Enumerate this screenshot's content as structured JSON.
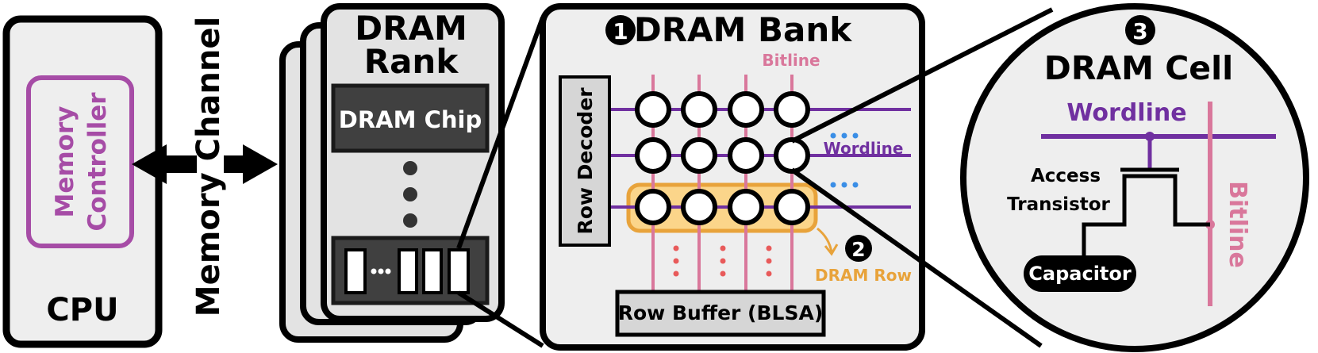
{
  "cpu": {
    "label": "CPU",
    "controller_line1": "Memory",
    "controller_line2": "Controller"
  },
  "channel": {
    "label": "Memory Channel"
  },
  "rank": {
    "title_line1": "DRAM",
    "title_line2": "Rank",
    "chip_label": "DRAM Chip"
  },
  "bank": {
    "marker": "1",
    "title": "DRAM Bank",
    "bitline_label": "Bitline",
    "wordline_label": "Wordline",
    "row_decoder_label": "Row Decoder",
    "row_buffer_label": "Row Buffer (BLSA)",
    "row_marker": "2",
    "row_label": "DRAM Row"
  },
  "cell": {
    "marker": "3",
    "title": "DRAM Cell",
    "wordline_label": "Wordline",
    "bitline_label": "Bitline",
    "transistor_line1": "Access",
    "transistor_line2": "Transistor",
    "capacitor_label": "Capacitor"
  },
  "colors": {
    "wordline": "#7030a0",
    "bitline": "#d9779b",
    "row_highlight": "#fbd58a",
    "row_highlight_border": "#e8a33b",
    "dots_blue": "#3a8ee6",
    "dots_red": "#e85a5a",
    "controller": "#a64ca6"
  }
}
